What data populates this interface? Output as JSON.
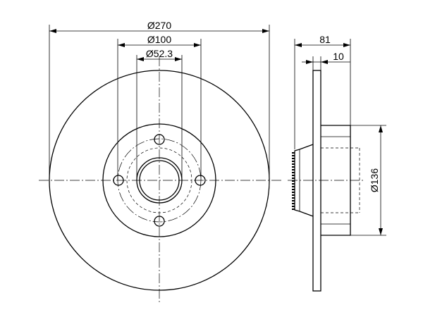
{
  "dimensions": {
    "outer_diameter": "Ø270",
    "bolt_circle": "Ø100",
    "center_bore": "Ø52.3",
    "total_height": "81",
    "disc_thickness": "10",
    "hub_diameter": "Ø136"
  },
  "drawing": {
    "line_color": "#000000",
    "background": "#ffffff",
    "bolt_hole_count": 4
  }
}
